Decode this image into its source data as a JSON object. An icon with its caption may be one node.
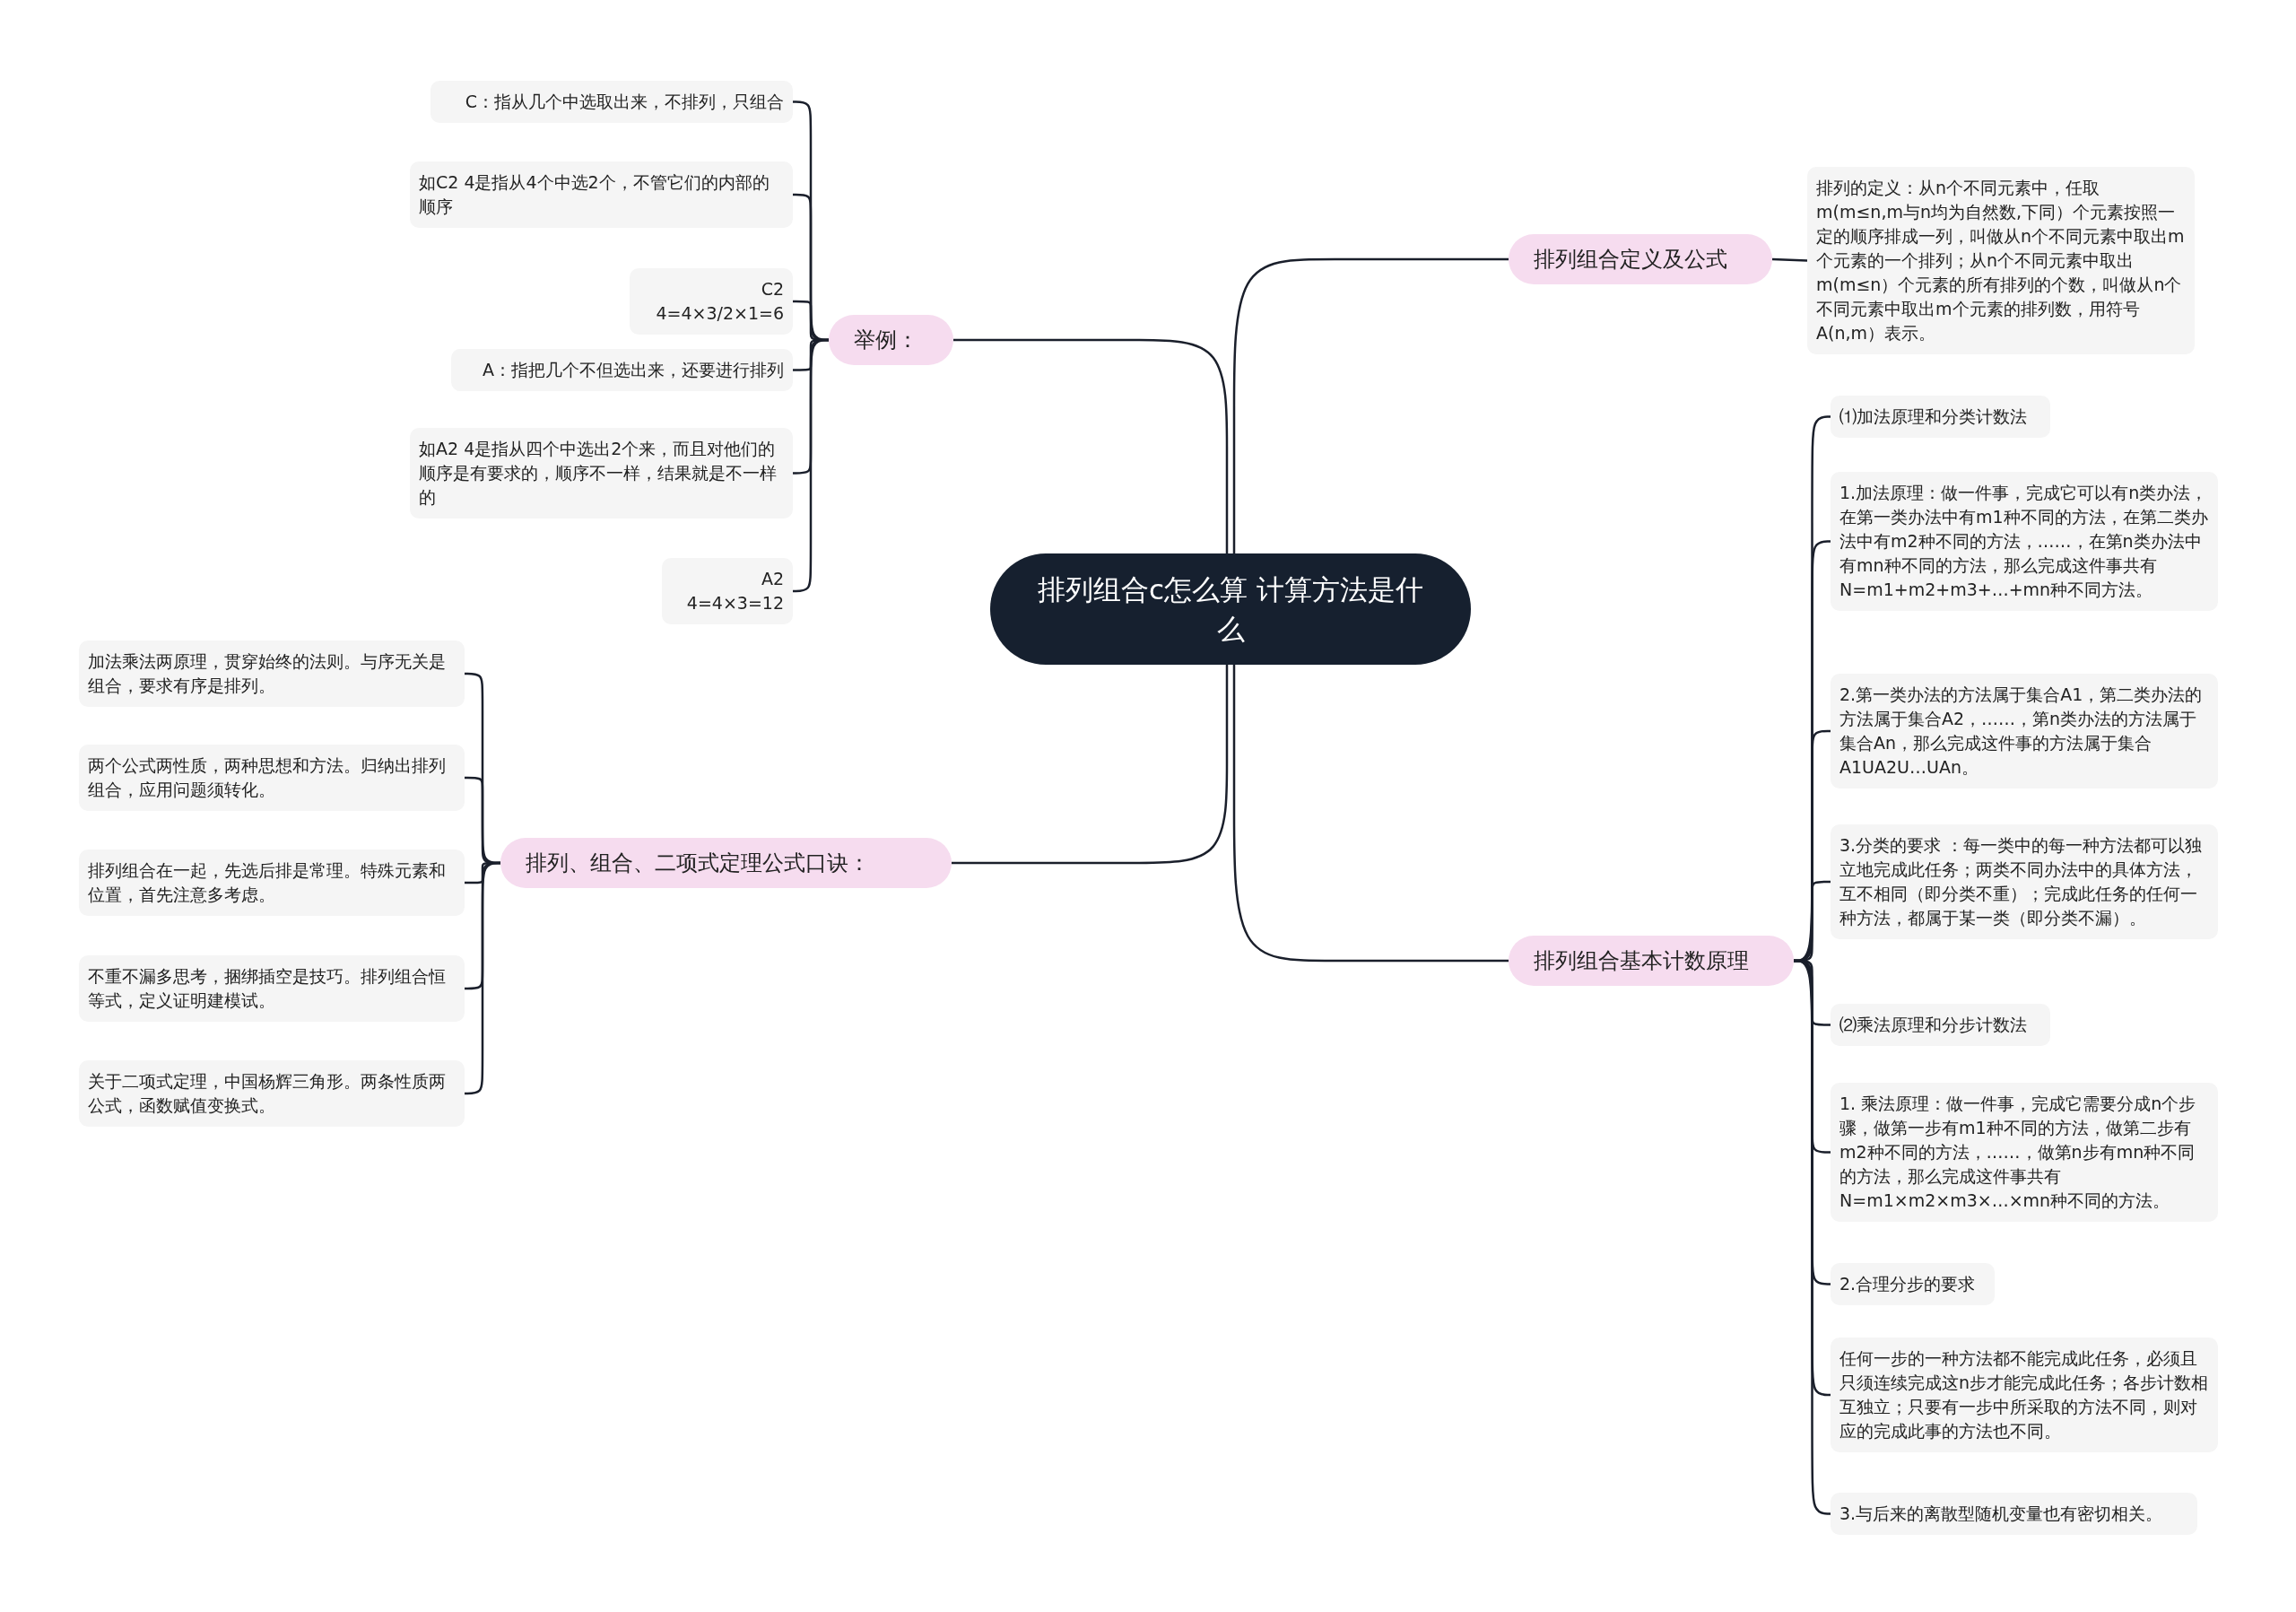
{
  "diagram": {
    "nodes": [
      {
        "text": [
          "排列组合c怎么算 计算方法是什么"
        ]
      },
      {
        "text": [
          "举例："
        ]
      },
      {
        "text": [
          "C：指从几个中选取出来，不排列，只组合"
        ]
      },
      {
        "text": [
          "如C2 4是指从4个中选2个，不管它们的内部的顺序"
        ]
      },
      {
        "text": [
          "C2 4=4×3/2×1=6"
        ]
      },
      {
        "text": [
          "A：指把几个不但选出来，还要进行排列"
        ]
      },
      {
        "text": [
          "如A2 4是指从四个中选出2个来，而且对他们的顺序是有要求的，顺序不一样，结果就是不一样的"
        ]
      },
      {
        "text": [
          "A2 4=4×3=12"
        ]
      },
      {
        "text": [
          "排列、组合、二项式定理公式口诀："
        ]
      },
      {
        "text": [
          "加法乘法两原理，贯穿始终的法则。与序无关是组合，要求有序是排列。"
        ]
      },
      {
        "text": [
          "两个公式两性质，两种思想和方法。归纳出排列组合，应用问题须转化。"
        ]
      },
      {
        "text": [
          "排列组合在一起，先选后排是常理。特殊元素和位置，首先注意多考虑。"
        ]
      },
      {
        "text": [
          "不重不漏多思考，捆绑插空是技巧。排列组合恒等式，定义证明建模试。"
        ]
      },
      {
        "text": [
          "关于二项式定理，中国杨辉三角形。两条性质两公式，函数赋值变换式。"
        ]
      },
      {
        "text": [
          "排列组合定义及公式"
        ]
      },
      {
        "text": [
          "排列的定义：从n个不同元素中，任取m(m≤n,m与n均为自然数,下同）个元素按照一定的顺序排成一列，叫做从n个不同元素中取出m个元素的一个排列；从n个不同元素中取出m(m≤n）个元素的所有排列的个数，叫做从n个不同元素中取出m个元素的排列数，用符号 A(n,m）表示。"
        ]
      },
      {
        "text": [
          "排列组合基本计数原理"
        ]
      },
      {
        "text": [
          "⑴加法原理和分类计数法"
        ]
      },
      {
        "text": [
          "1.加法原理：做一件事，完成它可以有n类办法，在第一类办法中有m1种不同的方法，在第二类办法中有m2种不同的方法，……，在第n类办法中有mn种不同的方法，那么完成这件事共有N=m1+m2+m3+…+mn种不同方法。"
        ]
      },
      {
        "text": [
          "2.第一类办法的方法属于集合A1，第二类办法的方法属于集合A2，……，第n类办法的方法属于集合An，那么完成这件事的方法属于集合A1UA2U…UAn。"
        ]
      },
      {
        "text": [
          "3.分类的要求 ：每一类中的每一种方法都可以独立地完成此任务；两类不同办法中的具体方法，互不相同（即分类不重）；完成此任务的任何一种方法，都属于某一类（即分类不漏）。"
        ]
      },
      {
        "text": [
          "⑵乘法原理和分步计数法"
        ]
      },
      {
        "text": [
          "1. 乘法原理：做一件事，完成它需要分成n个步骤，做第一步有m1种不同的方法，做第二步有m2种不同的方法，……，做第n步有mn种不同的方法，那么完成这件事共有N=m1×m2×m3×…×mn种不同的方法。"
        ]
      },
      {
        "text": [
          "2.合理分步的要求"
        ]
      },
      {
        "text": [
          "任何一步的一种方法都不能完成此任务，必须且只须连续完成这n步才能完成此任务；各步计数相互独立；只要有一步中所采取的方法不同，则对应的完成此事的方法也不同。"
        ]
      },
      {
        "text": [
          "3.与后来的离散型随机变量也有密切相关。"
        ]
      }
    ],
    "edges": [
      {
        "from": 0,
        "to": 1,
        "arrow": "none"
      },
      {
        "from": 1,
        "to": 2,
        "arrow": "none"
      },
      {
        "from": 1,
        "to": 3,
        "arrow": "none"
      },
      {
        "from": 1,
        "to": 4,
        "arrow": "none"
      },
      {
        "from": 1,
        "to": 5,
        "arrow": "none"
      },
      {
        "from": 1,
        "to": 6,
        "arrow": "none"
      },
      {
        "from": 1,
        "to": 7,
        "arrow": "none"
      },
      {
        "from": 0,
        "to": 8,
        "arrow": "none"
      },
      {
        "from": 8,
        "to": 9,
        "arrow": "none"
      },
      {
        "from": 8,
        "to": 10,
        "arrow": "none"
      },
      {
        "from": 8,
        "to": 11,
        "arrow": "none"
      },
      {
        "from": 8,
        "to": 12,
        "arrow": "none"
      },
      {
        "from": 8,
        "to": 13,
        "arrow": "none"
      },
      {
        "from": 0,
        "to": 14,
        "arrow": "none"
      },
      {
        "from": 14,
        "to": 15,
        "arrow": "none"
      },
      {
        "from": 0,
        "to": 16,
        "arrow": "none"
      },
      {
        "from": 16,
        "to": 17,
        "arrow": "none"
      },
      {
        "from": 16,
        "to": 18,
        "arrow": "none"
      },
      {
        "from": 16,
        "to": 19,
        "arrow": "none"
      },
      {
        "from": 16,
        "to": 20,
        "arrow": "none"
      },
      {
        "from": 16,
        "to": 21,
        "arrow": "none"
      },
      {
        "from": 16,
        "to": 22,
        "arrow": "none"
      },
      {
        "from": 16,
        "to": 23,
        "arrow": "none"
      },
      {
        "from": 16,
        "to": 24,
        "arrow": "none"
      },
      {
        "from": 16,
        "to": 25,
        "arrow": "none"
      }
    ]
  }
}
